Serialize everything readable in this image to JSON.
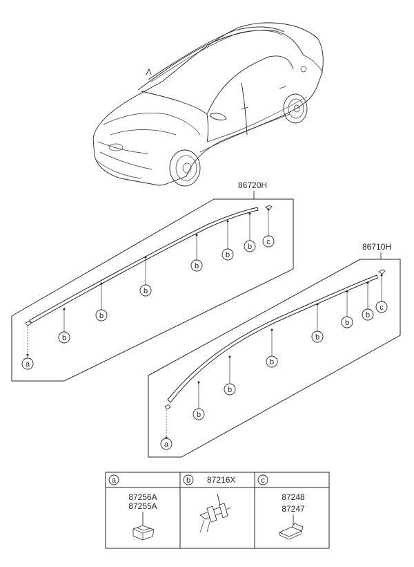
{
  "assemblies": {
    "upper": {
      "part_number": "86720H"
    },
    "lower": {
      "part_number": "86710H"
    }
  },
  "callout_letters": {
    "a": "a",
    "b": "b",
    "c": "c"
  },
  "legend": {
    "columns": [
      {
        "letter": "a",
        "header_part": "",
        "parts": [
          "87256A",
          "87255A"
        ],
        "icon": "end-clip-icon"
      },
      {
        "letter": "b",
        "header_part": "87216X",
        "parts": [],
        "icon": "mounting-clip-icon"
      },
      {
        "letter": "c",
        "header_part": "",
        "parts": [
          "87248",
          "87247"
        ],
        "icon": "end-cap-clip-icon"
      }
    ]
  }
}
